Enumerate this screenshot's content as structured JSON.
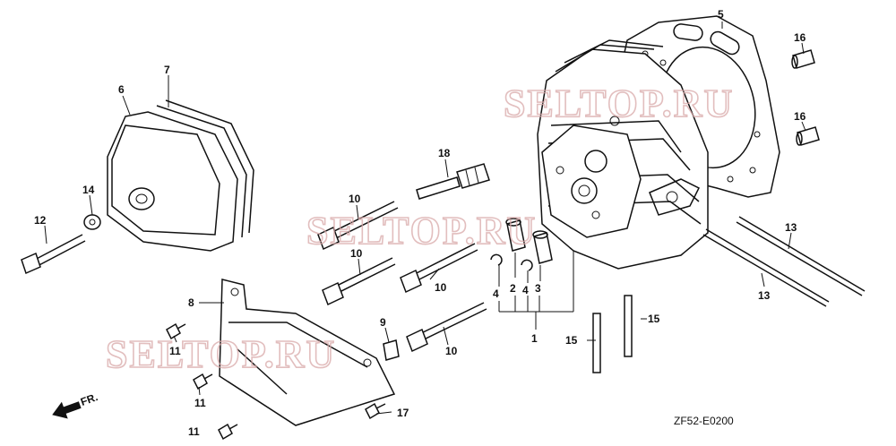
{
  "diagram_code": "ZF52-E0200",
  "front_label": "FR.",
  "watermark": "SELTOP.RU",
  "callouts": {
    "c1": "1",
    "c2": "2",
    "c3": "3",
    "c4a": "4",
    "c4b": "4",
    "c5": "5",
    "c6": "6",
    "c7": "7",
    "c8": "8",
    "c9": "9",
    "c10a": "10",
    "c10b": "10",
    "c10c": "10",
    "c10d": "10",
    "c11a": "11",
    "c11b": "11",
    "c11c": "11",
    "c12": "12",
    "c13a": "13",
    "c13b": "13",
    "c14": "14",
    "c15a": "15",
    "c15b": "15",
    "c16a": "16",
    "c16b": "16",
    "c17": "17",
    "c18": "18"
  }
}
